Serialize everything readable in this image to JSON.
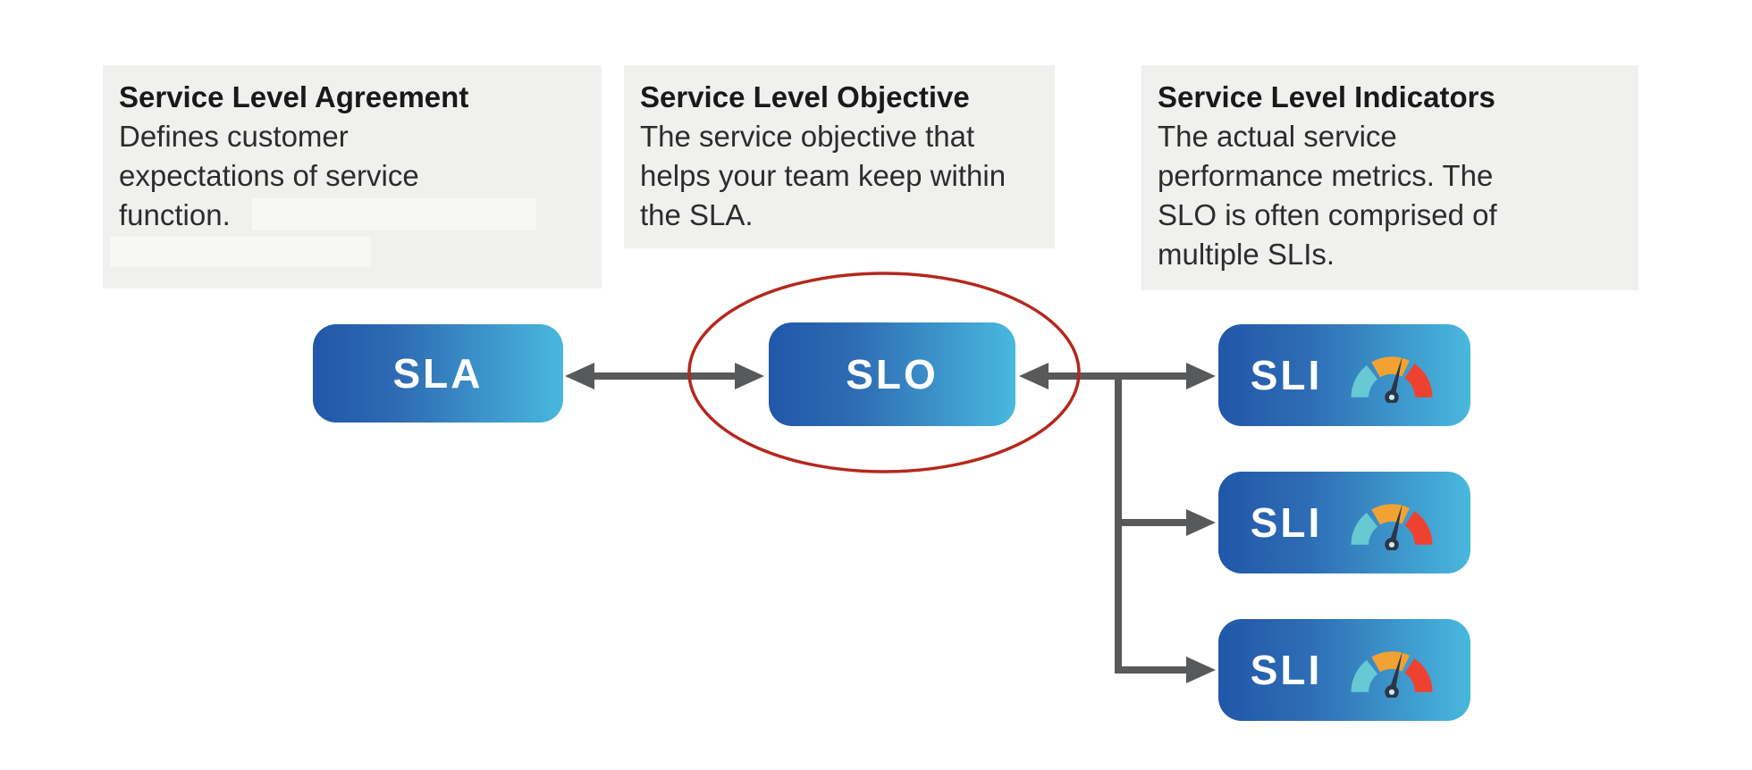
{
  "info_boxes": [
    {
      "title": "Service Level Agreement",
      "lines": [
        "Defines customer",
        "expectations of service",
        "function."
      ]
    },
    {
      "title": "Service Level Objective",
      "lines": [
        "The service objective that",
        "helps your team keep within",
        "the SLA."
      ]
    },
    {
      "title": "Service Level Indicators",
      "lines": [
        "The actual service",
        "performance metrics. The",
        "SLO is often comprised of",
        "multiple SLIs."
      ]
    }
  ],
  "nodes": {
    "sla": {
      "label": "SLA"
    },
    "slo": {
      "label": "SLO"
    },
    "sli": [
      {
        "label": "SLI",
        "icon": "gauge-icon"
      },
      {
        "label": "SLI",
        "icon": "gauge-icon"
      },
      {
        "label": "SLI",
        "icon": "gauge-icon"
      }
    ]
  },
  "colors": {
    "node_gradient_start": "#2157a9",
    "node_gradient_end": "#49b8de",
    "node_text": "#ffffff",
    "arrow": "#58595b",
    "highlight_ellipse": "#b4281e",
    "info_box_bg": "#f0f0ef",
    "redacted_bg": "#f7f7f6",
    "title_text": "#191919",
    "body_text": "#2c2c2c",
    "gauge_teal": "#66c9d3",
    "gauge_orange": "#f2a232",
    "gauge_red": "#ef4130",
    "gauge_needle": "#2b3647"
  }
}
